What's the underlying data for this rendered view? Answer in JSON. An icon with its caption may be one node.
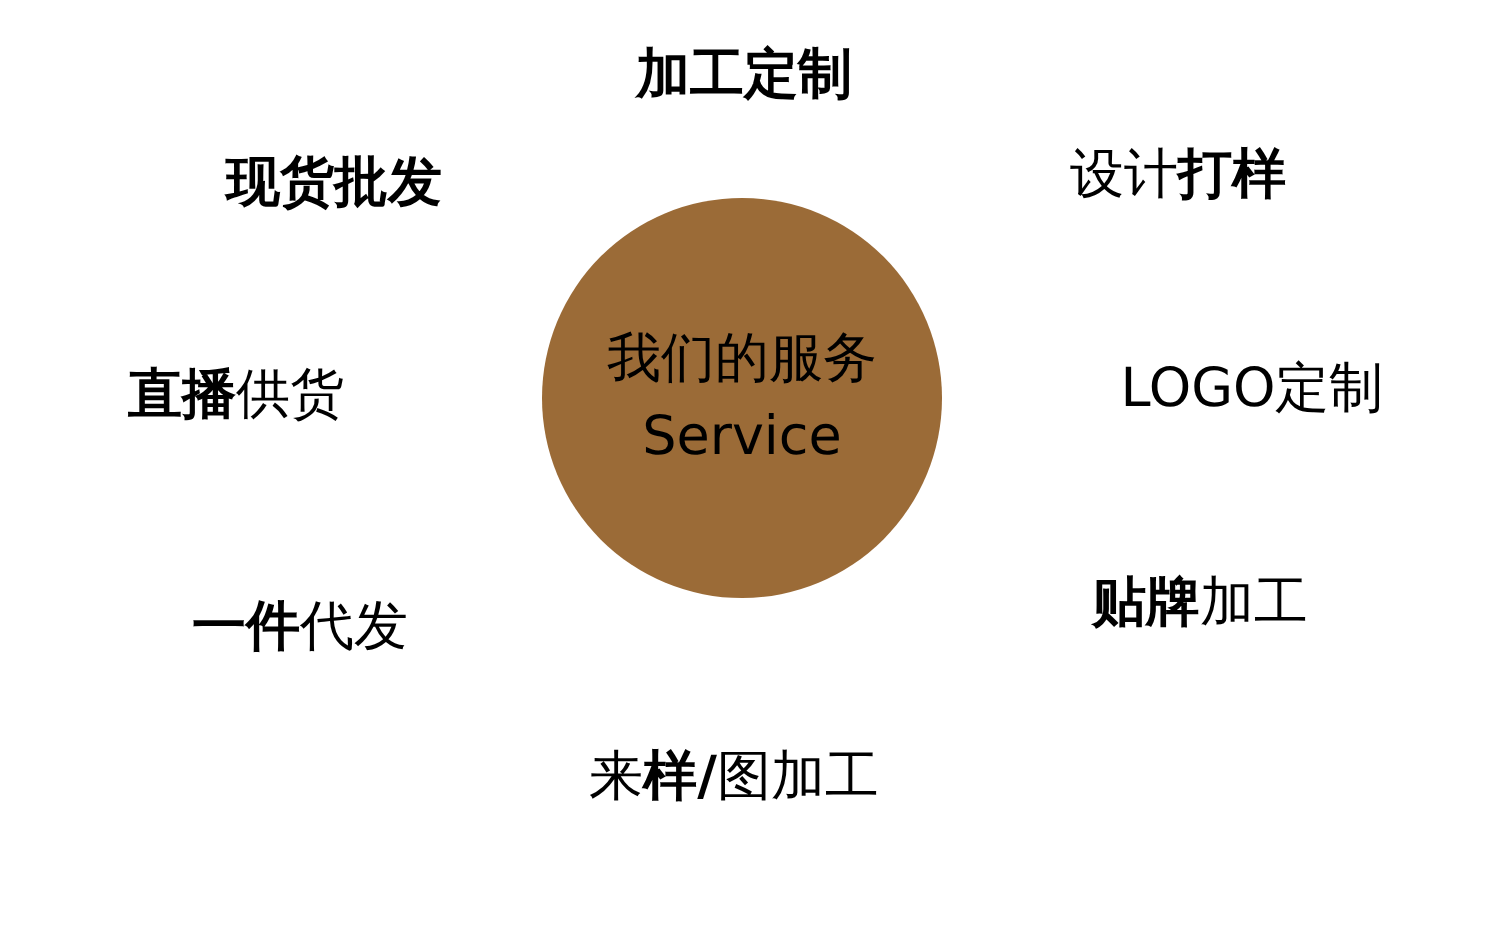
{
  "diagram": {
    "nodes": [
      {
        "text": [
          "我们的服务",
          "Service"
        ]
      }
    ],
    "labels": [
      "加工定制",
      "现货批发",
      "设计**打样**",
      "**直播**供货",
      "LOGO定制",
      "**一件**代发",
      "**贴牌**加工",
      "来**样/**图加工"
    ]
  }
}
